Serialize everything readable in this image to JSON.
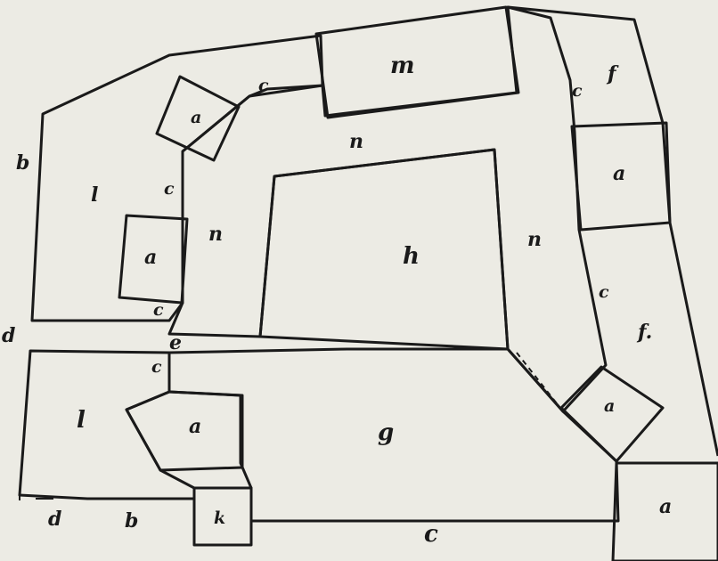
{
  "labels": {
    "a": "a",
    "b": "b",
    "c": "c",
    "d": "d",
    "e": "e",
    "f": "f",
    "f_dot": "f.",
    "g": "g",
    "h": "h",
    "l": "l",
    "m": "m",
    "n": "n",
    "k": "k"
  }
}
